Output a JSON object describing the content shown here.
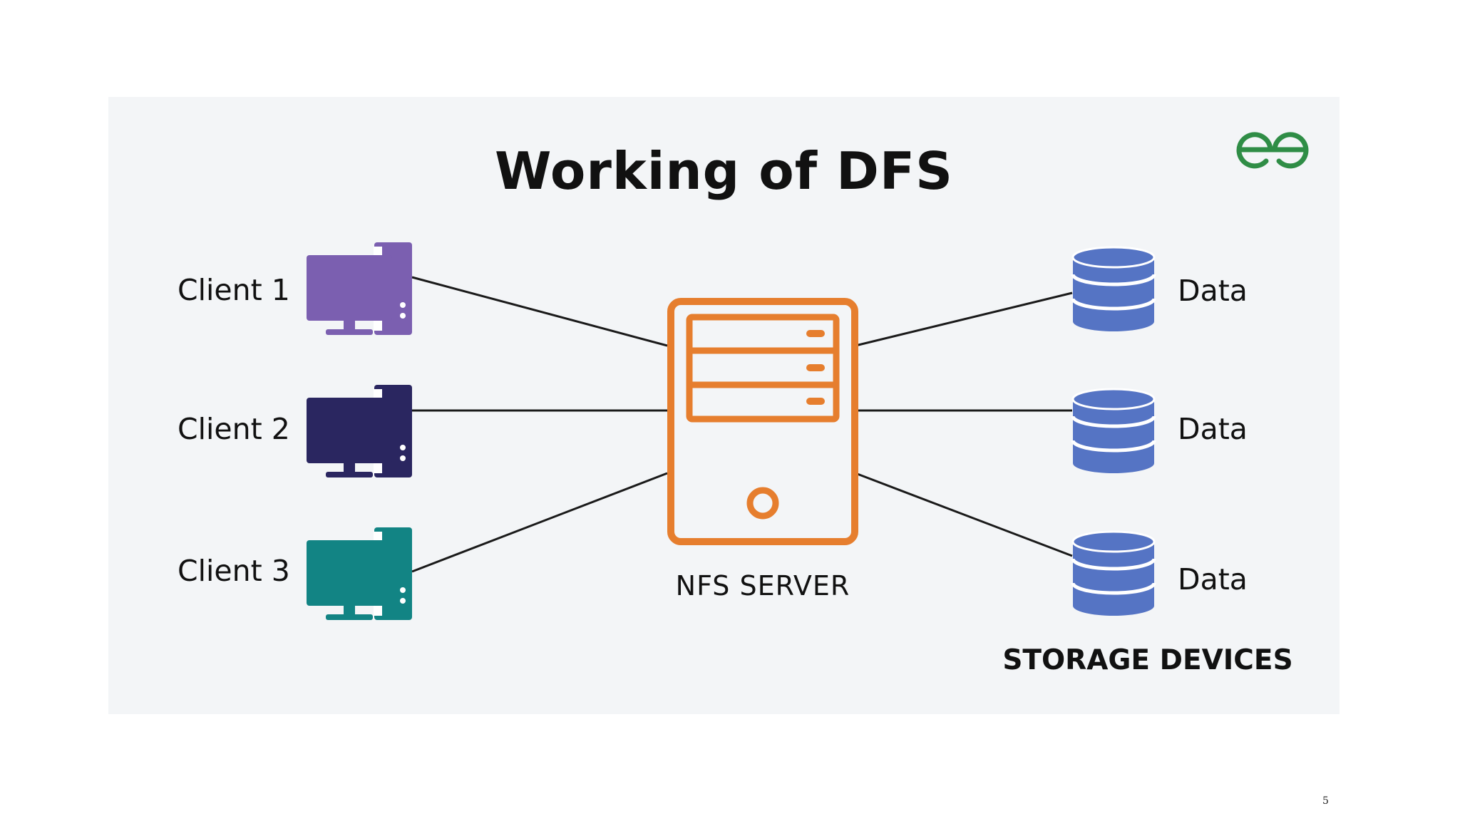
{
  "title": "Working of DFS",
  "logo": {
    "icon": "geeksforgeeks-logo-icon",
    "color": "#2f8d46"
  },
  "clients": [
    {
      "label": "Client 1",
      "color": "#7b5fb0"
    },
    {
      "label": "Client 2",
      "color": "#2a2660"
    },
    {
      "label": "Client 3",
      "color": "#128484"
    }
  ],
  "server": {
    "label": "NFS SERVER",
    "color": "#e67e2e"
  },
  "storage": {
    "items": [
      {
        "label": "Data",
        "color": "#5574c4"
      },
      {
        "label": "Data",
        "color": "#5574c4"
      },
      {
        "label": "Data",
        "color": "#5574c4"
      }
    ],
    "group_label": "STORAGE DEVICES"
  },
  "page_number": "5"
}
